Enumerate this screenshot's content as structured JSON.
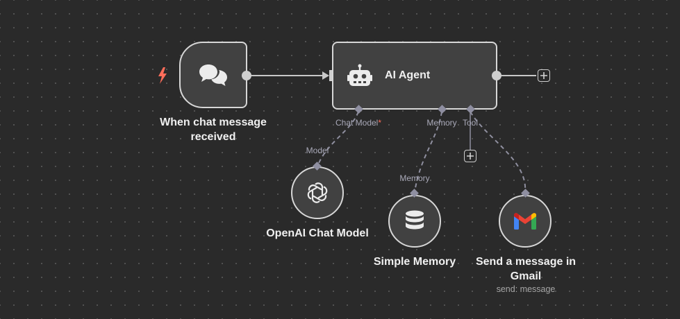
{
  "canvas": {
    "background": "#2a2a2a",
    "accent_trigger": "#ff6d5a"
  },
  "nodes": {
    "trigger": {
      "label": "When chat message\nreceived",
      "icon": "chat-bubbles-icon",
      "badge_icon": "lightning-bolt-icon"
    },
    "agent": {
      "label": "AI Agent",
      "icon": "robot-icon",
      "ports": {
        "chat_model": "Chat Model",
        "chat_model_required": "*",
        "memory": "Memory",
        "tool": "Tool"
      }
    },
    "openai": {
      "label": "OpenAI Chat Model",
      "port": "Model",
      "icon": "openai-logo-icon"
    },
    "memory": {
      "label": "Simple Memory",
      "port": "Memory",
      "icon": "database-icon"
    },
    "gmail": {
      "label": "Send a message in\nGmail",
      "subtitle": "send: message",
      "icon": "gmail-logo-icon"
    }
  }
}
